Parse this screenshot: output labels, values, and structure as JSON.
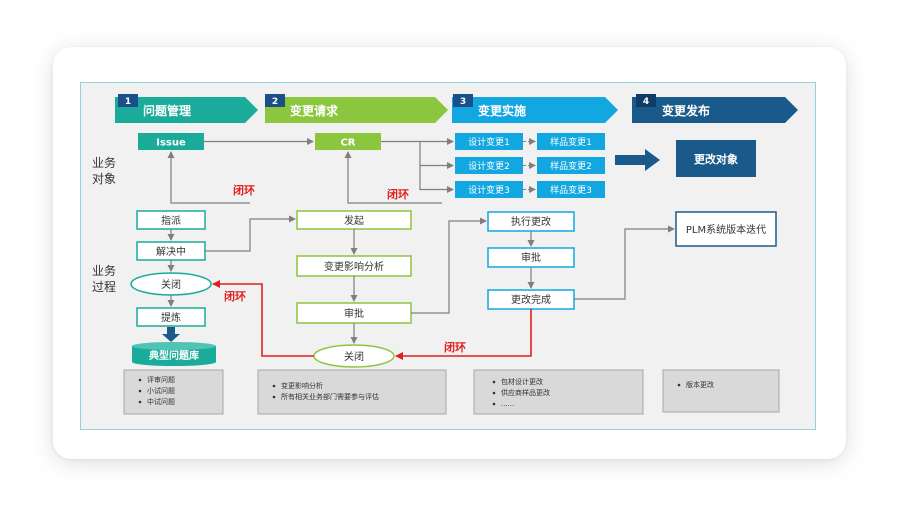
{
  "phases": [
    {
      "num": "1",
      "label": "问题管理",
      "color": "#1aab9b"
    },
    {
      "num": "2",
      "label": "变更请求",
      "color": "#8cc63f"
    },
    {
      "num": "3",
      "label": "变更实施",
      "color": "#12a7e0"
    },
    {
      "num": "4",
      "label": "变更发布",
      "color": "#1a5a8a"
    }
  ],
  "side_labels": {
    "objects": "业务\n对象",
    "process": "业务\n过程"
  },
  "objects": {
    "issue": "Issue",
    "cr": "CR",
    "design_changes": [
      "设计变更1",
      "设计变更2",
      "设计变更3"
    ],
    "sample_changes": [
      "样品变更1",
      "样品变更2",
      "样品变更3"
    ],
    "change_object": "更改对象"
  },
  "loop_label": "闭环",
  "process": {
    "col1": [
      "指派",
      "解决中",
      "关闭",
      "提炼"
    ],
    "typical_library": "典型问题库",
    "col2": [
      "发起",
      "变更影响分析",
      "审批",
      "关闭"
    ],
    "col3": [
      "执行更改",
      "审批",
      "更改完成"
    ],
    "plm": "PLM系统版本迭代"
  },
  "notes": [
    [
      "评审问题",
      "小试问题",
      "中试问题"
    ],
    [
      "变更影响分析",
      "所有相关业务部门需要参与评估"
    ],
    [
      "包材设计更改",
      "供应商样品更改",
      "......"
    ],
    [
      "版本更改"
    ]
  ],
  "colors": {
    "teal": "#1aab9b",
    "green": "#8cc63f",
    "blue": "#12a7e0",
    "navy": "#1a5a8a",
    "red": "#e02020",
    "gray": "#7f7f7f"
  }
}
